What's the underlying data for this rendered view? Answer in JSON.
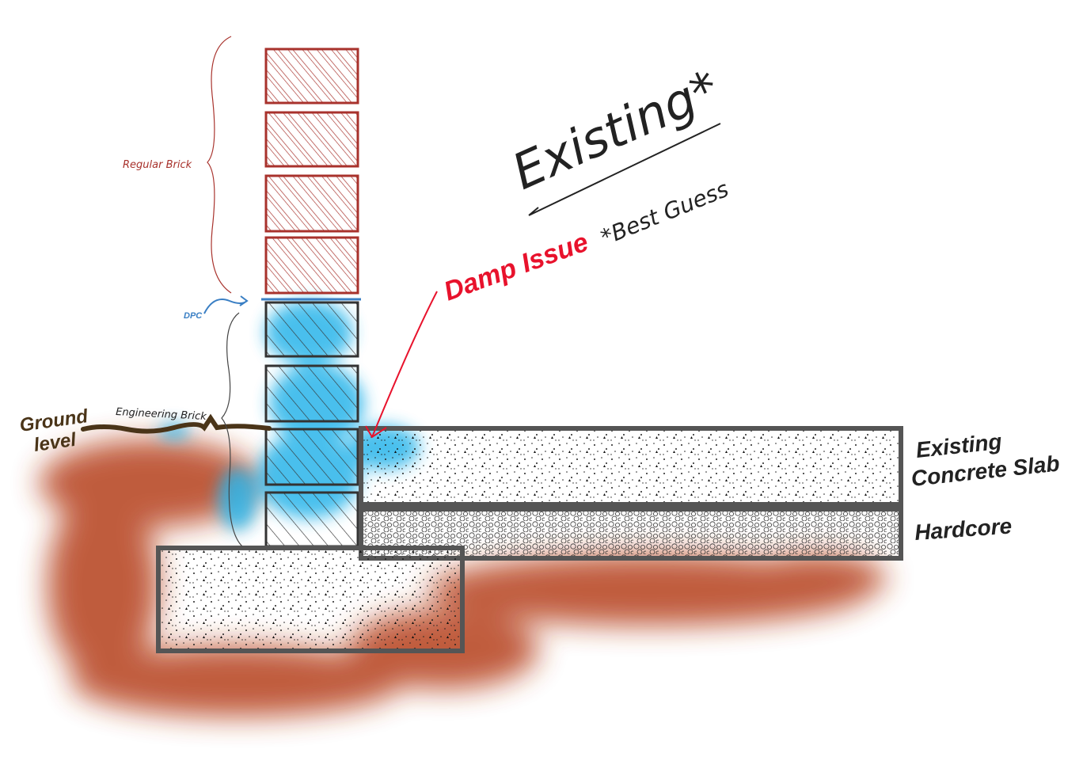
{
  "labels": {
    "regular_brick": "Regular Brick",
    "dpc": "DPC",
    "engineering_brick": "Engineering Brick",
    "ground_level_line1": "Ground",
    "ground_level_line2": "level",
    "title": "Existing*",
    "best_guess": "*Best Guess",
    "damp_issue": "Damp Issue",
    "slab_line1": "Existing",
    "slab_line2": "Concrete Slab",
    "hardcore": "Hardcore"
  },
  "colors": {
    "brick_red": "#a8322c",
    "dpc_blue": "#3a7fc4",
    "damp_blue": "#2bb5ea",
    "damp_issue_red": "#e8122c",
    "ground_brown": "#4a3418",
    "soil_damp": "#b5401c",
    "outline_grey": "#555555"
  }
}
